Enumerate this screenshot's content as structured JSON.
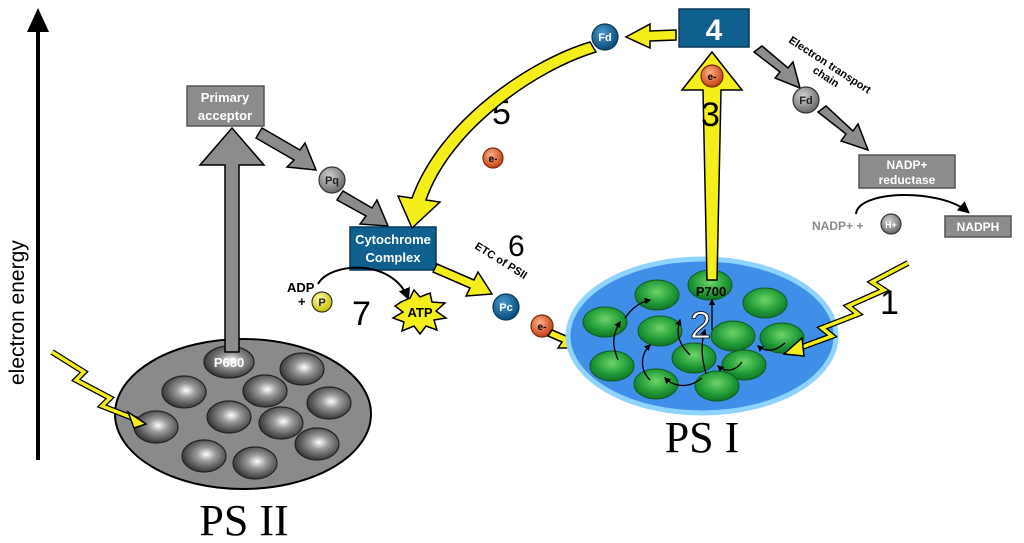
{
  "axis": {
    "label": "electron energy"
  },
  "photosystems": {
    "ps2": {
      "title": "PS II",
      "reaction_center": "P680"
    },
    "ps1": {
      "title": "PS I",
      "reaction_center": "P700"
    }
  },
  "boxes": {
    "primary_acceptor": "Primary acceptor",
    "primary_acceptor_line1": "Primary",
    "primary_acceptor_line2": "acceptor",
    "cytochrome_line1": "Cytochrome",
    "cytochrome_line2": "Complex",
    "step4": "4",
    "nadp_reductase_line1": "NADP+",
    "nadp_reductase_line2": "reductase",
    "nadph": "NADPH"
  },
  "carriers": {
    "pq": "Pq",
    "pc": "Pc",
    "fd_top": "Fd",
    "fd_right": "Fd",
    "electron": "e-",
    "h_plus": "H+",
    "phosphate": "P"
  },
  "labels": {
    "etc_psii": "ETC of PSII",
    "etc_line1": "Electron transport",
    "etc_line2": "chain",
    "adp": "ADP",
    "plus": "+",
    "atp": "ATP",
    "nadp_plus": "NADP+ +"
  },
  "steps": {
    "s1": "1",
    "s2": "2",
    "s3": "3",
    "s5": "5",
    "s6": "6",
    "s7": "7"
  },
  "colors": {
    "gray_box": "#8c8c8c",
    "blue_box": "#0f5f8f",
    "yellow": "#f4ee1a",
    "ps1_fill": "#3f8ee8",
    "ps1_border": "#8fd4ff",
    "ps2_fill": "#8a8a8a",
    "electron": "#d9541c",
    "green": "#1f9a36"
  }
}
